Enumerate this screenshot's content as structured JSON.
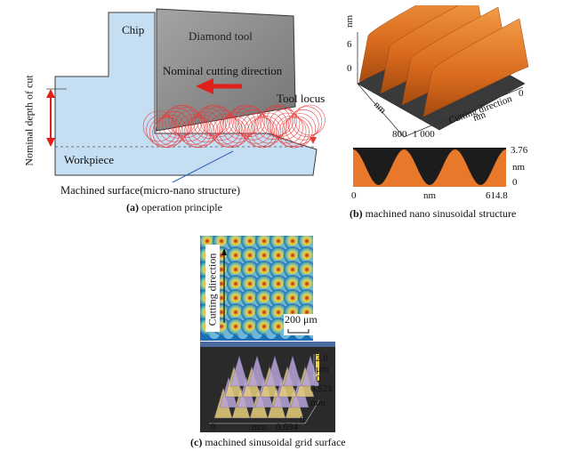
{
  "panel_a": {
    "chip": "Chip",
    "diamond_tool": "Diamond tool",
    "nominal_cutting_direction": "Nominal cutting direction",
    "tool_locus": "Tool locus",
    "nominal_depth_of_cut": "Nominal depth of cut",
    "workpiece": "Workpiece",
    "machined_surface": "Machined surface(micro-nano structure)",
    "caption_letter": "(a)",
    "caption_text": "operation principle"
  },
  "panel_b": {
    "z_unit": "nm",
    "z_tick_6": "6",
    "z_tick_0": "0",
    "y_unit": "nm",
    "y_tick_800": "800",
    "x_tick_1000": "1 000",
    "x_unit": "nm",
    "x_tick_0": "0",
    "cutting_direction": "Cutting direction",
    "profile_top": "3.76",
    "profile_unit": "nm",
    "profile_bottom": "0",
    "profile_x0": "0",
    "profile_xunit": "nm",
    "profile_xmax": "614.8",
    "caption_letter": "(b)",
    "caption_text": "machined nano sinusoidal structure"
  },
  "panel_c": {
    "cutting_direction": "Cutting direction",
    "scale_bar": "200 μm",
    "z_top": "2.0",
    "z_unit": "μm",
    "z_zero": "0",
    "y_val": "0.521",
    "y_unit": "mm",
    "x0": "0",
    "x_unit": "mm",
    "x_val": "0.694",
    "origin0": "0",
    "caption_letter": "(c)",
    "caption_text": "machined sinusoidal grid surface"
  },
  "colors": {
    "chip_blue": "#c6def2",
    "tool_gray": "#8f8f8f",
    "arrow_red": "#e0201b",
    "locus_red": "#e53a3a",
    "surface_orange": "#e8782a"
  }
}
